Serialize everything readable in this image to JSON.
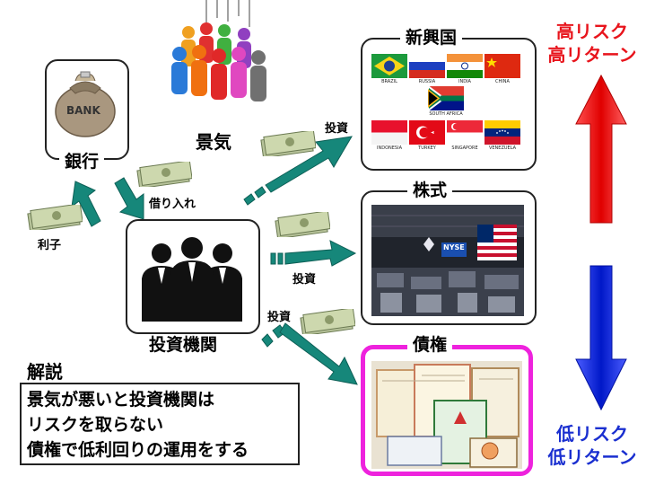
{
  "bank": {
    "title": "銀行",
    "bag_text": "BANK"
  },
  "economy": {
    "label": "景気"
  },
  "investor": {
    "title": "投資機関"
  },
  "emerging": {
    "title": "新興国",
    "flags": [
      {
        "name": "BRAZIL"
      },
      {
        "name": "RUSSIA"
      },
      {
        "name": "INDIA"
      },
      {
        "name": "CHINA"
      },
      {
        "name": "SOUTH AFRICA"
      },
      {
        "name": "INDONESIA"
      },
      {
        "name": "TURKEY"
      },
      {
        "name": "SINGAPORE"
      },
      {
        "name": "VENEZUELA"
      }
    ]
  },
  "stocks": {
    "title": "株式",
    "sign_text": "NYSE"
  },
  "bonds": {
    "title": "債権"
  },
  "flows": {
    "invest_emerging": "投資",
    "borrow": "借り入れ",
    "interest": "利子",
    "invest_stocks": "投資",
    "invest_bonds": "投資"
  },
  "risk": {
    "high_line1": "高リスク",
    "high_line2": "高リターン",
    "low_line1": "低リスク",
    "low_line2": "低リターン",
    "high_color": "#e8141c",
    "low_color": "#1a2fd0"
  },
  "note": {
    "heading": "解説",
    "line1": "景気が悪いと投資機関は",
    "line2": "リスクを取らない",
    "line3": "債権で低利回りの運用をする"
  }
}
